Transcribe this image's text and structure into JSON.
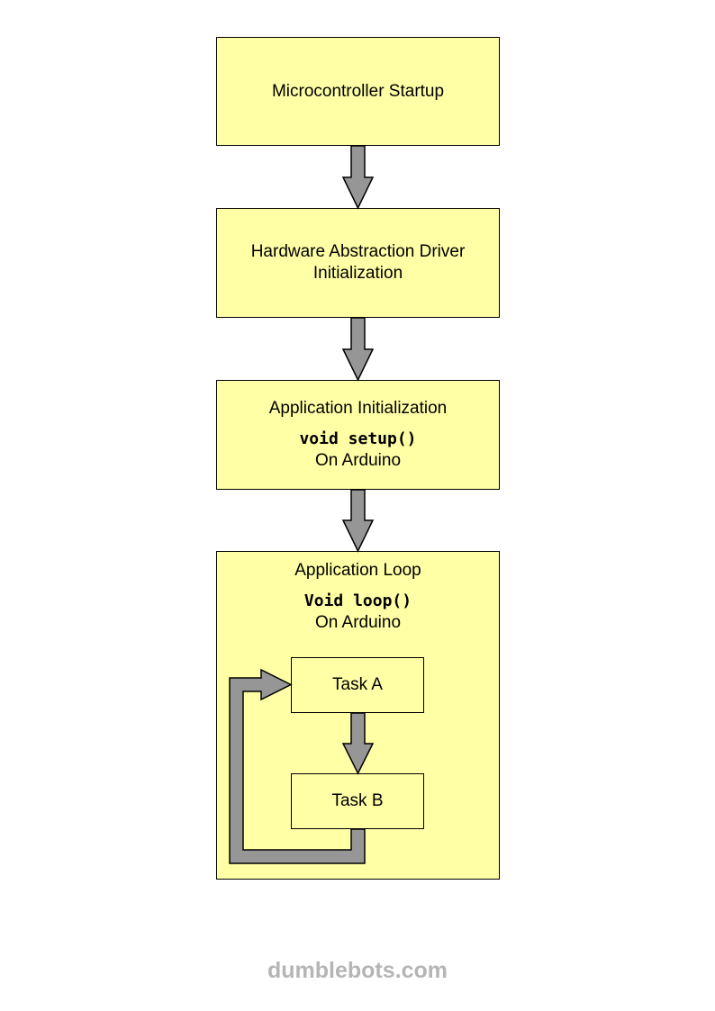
{
  "diagram": {
    "startup": {
      "label": "Microcontroller Startup"
    },
    "hal": {
      "line1": "Hardware Abstraction Driver",
      "line2": "Initialization"
    },
    "app_init": {
      "title": "Application Initialization",
      "code": "void setup()",
      "note": "On Arduino"
    },
    "app_loop": {
      "title": "Application Loop",
      "code": "Void loop()",
      "note": "On Arduino",
      "task_a": "Task A",
      "task_b": "Task B"
    }
  },
  "footer": {
    "text": "dumblebots.com"
  },
  "colors": {
    "box_fill": "#ffffa6",
    "arrow_fill": "#969696",
    "footer_text": "#b5b5b5"
  }
}
